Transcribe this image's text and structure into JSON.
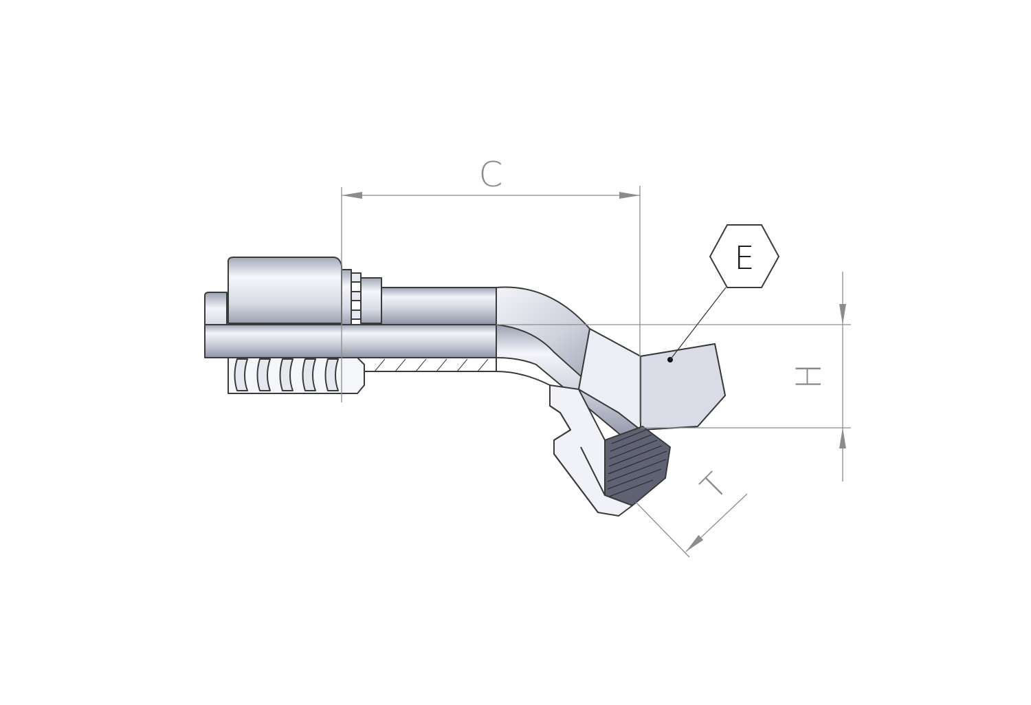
{
  "labels": {
    "length": "C",
    "hex": "E",
    "height": "H",
    "thread": "T"
  },
  "colors": {
    "outline": "#3a3a3a",
    "dimension": "#8c8c8c",
    "body_light": "#eef0f6",
    "body_mid": "#c3c7d4",
    "body_dark": "#8a8fa0"
  }
}
